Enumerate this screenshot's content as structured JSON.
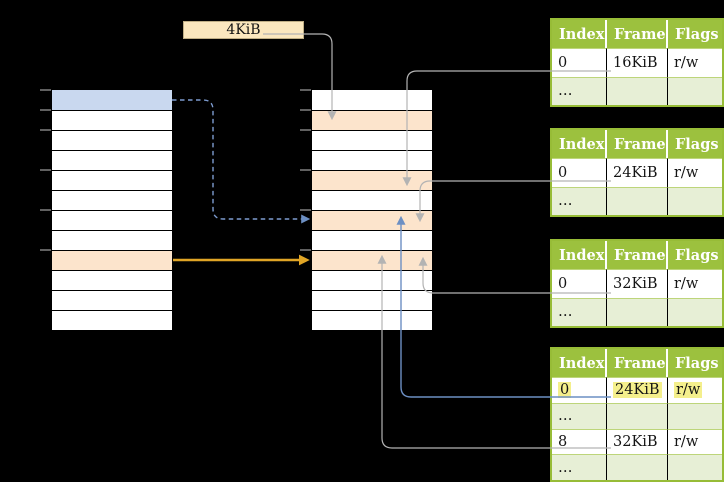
{
  "colors": {
    "background": "#000000",
    "page_blue": "#C9D8EF",
    "frame_orange": "#FCE4CC",
    "label_cream": "#FBE7BE",
    "label_border": "#BFAE85",
    "table_green": "#9CC13E",
    "table_green_dark": "#97BC37",
    "row_light_green": "#E7EFD6",
    "highlight_yellow": "#F4EF8C",
    "arrow_gray": "#B3B3B3",
    "arrow_blue": "#6C8FC3",
    "arrow_blue_dashed": "#7D9CD0",
    "arrow_orange": "#E0A526",
    "tick_gray": "#8A8A8A"
  },
  "size_label": {
    "text": "4KiB"
  },
  "virtual_memory": {
    "row_count": 12,
    "highlighted_rows": [
      {
        "row": 1,
        "color": "page_blue"
      },
      {
        "row": 9,
        "color": "frame_orange"
      }
    ],
    "tick_row_offsets": [
      0,
      1,
      2,
      4,
      6,
      8
    ]
  },
  "physical_memory": {
    "row_count": 12,
    "highlighted_rows": [
      {
        "row": 2,
        "color": "frame_orange"
      },
      {
        "row": 5,
        "color": "frame_orange"
      },
      {
        "row": 7,
        "color": "frame_orange"
      },
      {
        "row": 9,
        "color": "frame_orange"
      }
    ],
    "tick_row_offsets": [
      0,
      1,
      2,
      4,
      6,
      8
    ]
  },
  "page_tables": [
    {
      "id": "page-table-1",
      "headers": [
        "Index",
        "Frame",
        "Flags"
      ],
      "rows": [
        {
          "cells": [
            "0",
            "16KiB",
            "r/w"
          ],
          "shaded": false,
          "highlight": false
        },
        {
          "cells": [
            "…",
            "",
            ""
          ],
          "shaded": true,
          "highlight": false
        }
      ]
    },
    {
      "id": "page-table-2",
      "headers": [
        "Index",
        "Frame",
        "Flags"
      ],
      "rows": [
        {
          "cells": [
            "0",
            "24KiB",
            "r/w"
          ],
          "shaded": false,
          "highlight": false
        },
        {
          "cells": [
            "…",
            "",
            ""
          ],
          "shaded": true,
          "highlight": false
        }
      ]
    },
    {
      "id": "page-table-3",
      "headers": [
        "Index",
        "Frame",
        "Flags"
      ],
      "rows": [
        {
          "cells": [
            "0",
            "32KiB",
            "r/w"
          ],
          "shaded": false,
          "highlight": false
        },
        {
          "cells": [
            "…",
            "",
            ""
          ],
          "shaded": true,
          "highlight": false
        }
      ]
    },
    {
      "id": "page-table-4",
      "headers": [
        "Index",
        "Frame",
        "Flags"
      ],
      "rows": [
        {
          "cells": [
            "0",
            "24KiB",
            "r/w"
          ],
          "shaded": false,
          "highlight": true
        },
        {
          "cells": [
            "…",
            "",
            ""
          ],
          "shaded": true,
          "highlight": false
        },
        {
          "cells": [
            "8",
            "32KiB",
            "r/w"
          ],
          "shaded": false,
          "highlight": false
        },
        {
          "cells": [
            "…",
            "",
            ""
          ],
          "shaded": true,
          "highlight": false
        }
      ]
    }
  ],
  "arrows": [
    {
      "id": "label-to-frame-4kib",
      "from": "size-label",
      "to": "physical-row-2",
      "style": "gray-solid"
    },
    {
      "id": "table1-to-frame-16kib",
      "from": "page-table-1-entry-0",
      "to": "physical-row-5",
      "style": "gray-solid"
    },
    {
      "id": "table2-to-frame-24kib",
      "from": "page-table-2-entry-0",
      "to": "physical-row-7",
      "style": "gray-solid"
    },
    {
      "id": "table3-to-frame-32kib",
      "from": "page-table-3-entry-0",
      "to": "physical-row-9",
      "style": "gray-solid"
    },
    {
      "id": "table4-entry0-to-frame-24kib",
      "from": "page-table-4-entry-0",
      "to": "physical-row-7",
      "style": "blue-solid"
    },
    {
      "id": "table4-entry8-to-frame-32kib",
      "from": "page-table-4-entry-8",
      "to": "physical-row-9",
      "style": "gray-solid"
    },
    {
      "id": "virtual-page-to-frame-24kib",
      "from": "virtual-row-1",
      "to": "physical-row-7",
      "style": "blue-dashed"
    },
    {
      "id": "virtual-page-to-frame-32kib",
      "from": "virtual-row-9",
      "to": "physical-row-9",
      "style": "orange-solid"
    }
  ]
}
